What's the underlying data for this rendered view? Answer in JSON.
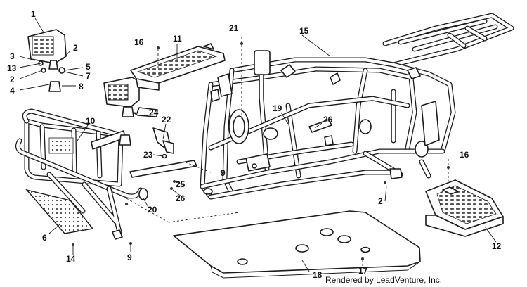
{
  "callouts": [
    "1",
    "2",
    "3",
    "13",
    "2",
    "7",
    "5",
    "4",
    "8",
    "16",
    "11",
    "21",
    "15",
    "10",
    "24",
    "22",
    "23",
    "19",
    "26",
    "9",
    "25",
    "26",
    "20",
    "2",
    "16",
    "6",
    "14",
    "9",
    "18",
    "17",
    "12"
  ],
  "credit": "Rendered by LeadVenture, Inc."
}
